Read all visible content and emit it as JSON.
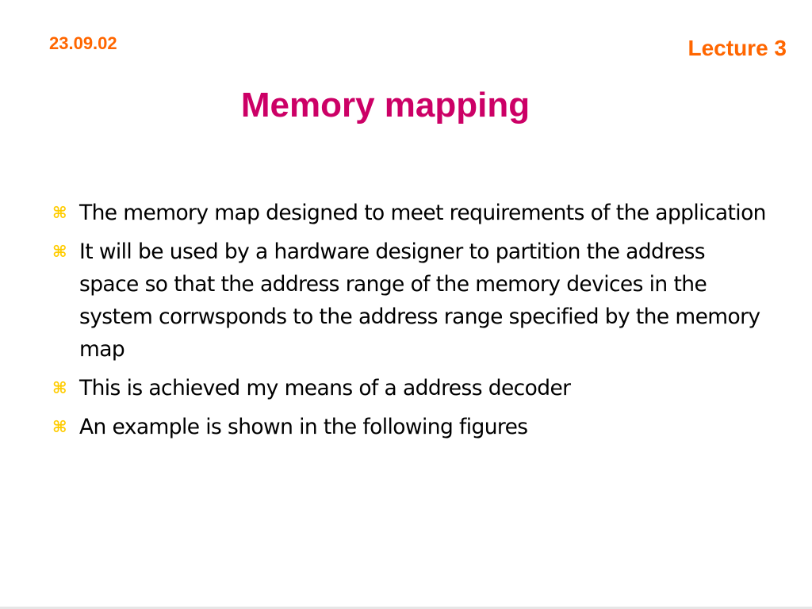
{
  "header": {
    "date": "23.09.02",
    "lecture": "Lecture 3"
  },
  "title": "Memory mapping",
  "bullet_icon": "⌘",
  "bullets": [
    "The memory map designed to meet requirements of the application",
    "It will be used by a hardware designer to partition the address space so that the address range of the memory devices in the system corrwsponds to the address range specified by the memory map",
    "This is achieved my means of a address decoder",
    "An example is shown in the following figures"
  ],
  "colors": {
    "header": "#ff6600",
    "title": "#cc0066",
    "bullet_icon": "#ffcc00",
    "text": "#000000"
  }
}
